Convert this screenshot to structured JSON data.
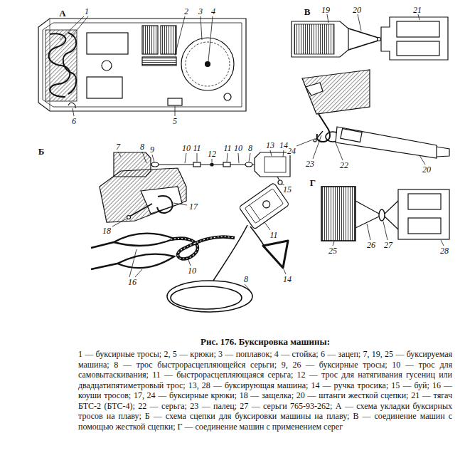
{
  "diagram": {
    "title": "Рис. 176. Буксировка машины:",
    "caption": "1 — буксирные тросы; 2, 5 — крюки; 3 — поплавок; 4 — стойка; 6 — зацеп; 7, 19, 25 — буксируемая машина; 8 — трос быстрорасцепляющейся серьги; 9, 26 — буксирные тросы; 10 — трос для самовытаскивания; 11 — быстрорасцепляющаяся серьга; 12 — трос для натягивания гусениц или двадцатипятиметровый трос; 13, 28 — буксирующая машина; 14 — ручка тросика; 15 — буй; 16 — коуши тросов; 17, 24 — буксирные крюки; 18 — защелка; 20 — штанги жесткой сцепки; 21 — тягач БТС-2 (БТС-4); 22 — серьга; 23 — палец; 27 — серьги 765-93-262; А — схема укладки буксирных тросов на плаву; Б — схема сцепки для буксировки машины на плаву; В — соединение машин с помощью жесткой сцепки; Г — соединение машин с применением серег",
    "labels": [
      "А",
      "1",
      "2",
      "3",
      "4",
      "6",
      "5",
      "В",
      "19",
      "20",
      "21",
      "24",
      "23",
      "22",
      "20",
      "Б",
      "7",
      "8",
      "9",
      "10",
      "11",
      "12",
      "11",
      "10",
      "8",
      "13",
      "14",
      "15",
      "18",
      "17",
      "16",
      "10",
      "11",
      "14",
      "8",
      "Г",
      "25",
      "26",
      "27",
      "28"
    ]
  }
}
